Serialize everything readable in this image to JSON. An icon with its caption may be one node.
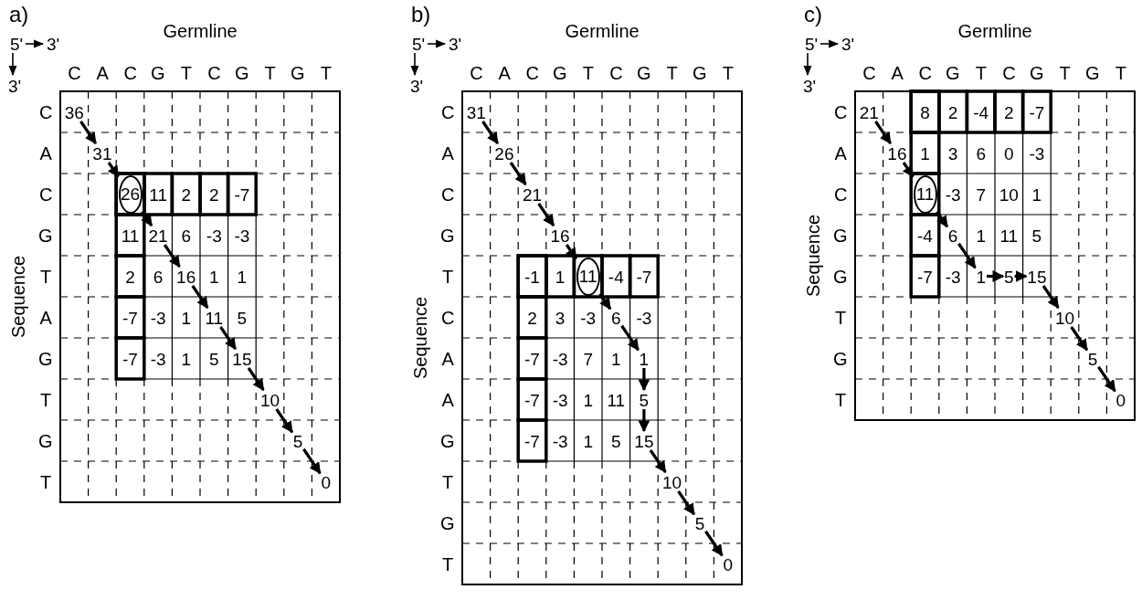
{
  "diagram": {
    "nodes": [
      {
        "text": [
          "36"
        ]
      },
      {
        "text": [
          "31"
        ]
      },
      {
        "text": [
          "26"
        ]
      },
      {
        "text": [
          "11"
        ]
      },
      {
        "text": [
          "2"
        ]
      },
      {
        "text": [
          "2"
        ]
      },
      {
        "text": [
          "-7"
        ]
      },
      {
        "text": [
          "11"
        ]
      },
      {
        "text": [
          "21"
        ]
      },
      {
        "text": [
          "6"
        ]
      },
      {
        "text": [
          "-3"
        ]
      },
      {
        "text": [
          "-3"
        ]
      },
      {
        "text": [
          "2"
        ]
      },
      {
        "text": [
          "6"
        ]
      },
      {
        "text": [
          "16"
        ]
      },
      {
        "text": [
          "1"
        ]
      },
      {
        "text": [
          "1"
        ]
      },
      {
        "text": [
          "-7"
        ]
      },
      {
        "text": [
          "-3"
        ]
      },
      {
        "text": [
          "1"
        ]
      },
      {
        "text": [
          "11"
        ]
      },
      {
        "text": [
          "5"
        ]
      },
      {
        "text": [
          "-7"
        ]
      },
      {
        "text": [
          "-3"
        ]
      },
      {
        "text": [
          "1"
        ]
      },
      {
        "text": [
          "5"
        ]
      },
      {
        "text": [
          "15"
        ]
      },
      {
        "text": [
          "10"
        ]
      },
      {
        "text": [
          "5"
        ]
      },
      {
        "text": [
          "0"
        ]
      },
      {
        "text": [
          "31"
        ]
      },
      {
        "text": [
          "26"
        ]
      },
      {
        "text": [
          "21"
        ]
      },
      {
        "text": [
          "16"
        ]
      },
      {
        "text": [
          "-1"
        ]
      },
      {
        "text": [
          "1"
        ]
      },
      {
        "text": [
          "11"
        ]
      },
      {
        "text": [
          "-4"
        ]
      },
      {
        "text": [
          "-7"
        ]
      },
      {
        "text": [
          "2"
        ]
      },
      {
        "text": [
          "3"
        ]
      },
      {
        "text": [
          "-3"
        ]
      },
      {
        "text": [
          "6"
        ]
      },
      {
        "text": [
          "-3"
        ]
      },
      {
        "text": [
          "-7"
        ]
      },
      {
        "text": [
          "-3"
        ]
      },
      {
        "text": [
          "7"
        ]
      },
      {
        "text": [
          "1"
        ]
      },
      {
        "text": [
          "1"
        ]
      },
      {
        "text": [
          "-7"
        ]
      },
      {
        "text": [
          "-3"
        ]
      },
      {
        "text": [
          "1"
        ]
      },
      {
        "text": [
          "11"
        ]
      },
      {
        "text": [
          "5"
        ]
      },
      {
        "text": [
          "-7"
        ]
      },
      {
        "text": [
          "-3"
        ]
      },
      {
        "text": [
          "1"
        ]
      },
      {
        "text": [
          "5"
        ]
      },
      {
        "text": [
          "15"
        ]
      },
      {
        "text": [
          "10"
        ]
      },
      {
        "text": [
          "5"
        ]
      },
      {
        "text": [
          "0"
        ]
      },
      {
        "text": [
          "21"
        ]
      },
      {
        "text": [
          "8"
        ]
      },
      {
        "text": [
          "2"
        ]
      },
      {
        "text": [
          "-4"
        ]
      },
      {
        "text": [
          "2"
        ]
      },
      {
        "text": [
          "-7"
        ]
      },
      {
        "text": [
          "16"
        ]
      },
      {
        "text": [
          "1"
        ]
      },
      {
        "text": [
          "3"
        ]
      },
      {
        "text": [
          "6"
        ]
      },
      {
        "text": [
          "0"
        ]
      },
      {
        "text": [
          "-3"
        ]
      },
      {
        "text": [
          "11"
        ]
      },
      {
        "text": [
          "-3"
        ]
      },
      {
        "text": [
          "7"
        ]
      },
      {
        "text": [
          "10"
        ]
      },
      {
        "text": [
          "1"
        ]
      },
      {
        "text": [
          "-4"
        ]
      },
      {
        "text": [
          "6"
        ]
      },
      {
        "text": [
          "1"
        ]
      },
      {
        "text": [
          "11"
        ]
      },
      {
        "text": [
          "5"
        ]
      },
      {
        "text": [
          "-7"
        ]
      },
      {
        "text": [
          "-3"
        ]
      },
      {
        "text": [
          "1"
        ]
      },
      {
        "text": [
          "5"
        ]
      },
      {
        "text": [
          "15"
        ]
      },
      {
        "text": [
          "10"
        ]
      },
      {
        "text": [
          "5"
        ]
      },
      {
        "text": [
          "0"
        ]
      }
    ],
    "edges": [
      {
        "from": 0,
        "to": 1,
        "arrow": "to"
      },
      {
        "from": 1,
        "to": 2,
        "arrow": "to"
      },
      {
        "from": 2,
        "to": 8,
        "arrow": "to"
      },
      {
        "from": 8,
        "to": 14,
        "arrow": "to"
      },
      {
        "from": 14,
        "to": 20,
        "arrow": "to"
      },
      {
        "from": 20,
        "to": 26,
        "arrow": "to"
      },
      {
        "from": 26,
        "to": 27,
        "arrow": "to"
      },
      {
        "from": 27,
        "to": 28,
        "arrow": "to"
      },
      {
        "from": 28,
        "to": 29,
        "arrow": "to"
      },
      {
        "from": 30,
        "to": 31,
        "arrow": "to"
      },
      {
        "from": 31,
        "to": 32,
        "arrow": "to"
      },
      {
        "from": 32,
        "to": 33,
        "arrow": "to"
      },
      {
        "from": 33,
        "to": 36,
        "arrow": "to"
      },
      {
        "from": 36,
        "to": 42,
        "arrow": "to"
      },
      {
        "from": 42,
        "to": 48,
        "arrow": "to"
      },
      {
        "from": 48,
        "to": 53,
        "arrow": "to"
      },
      {
        "from": 53,
        "to": 58,
        "arrow": "to"
      },
      {
        "from": 58,
        "to": 59,
        "arrow": "to"
      },
      {
        "from": 59,
        "to": 60,
        "arrow": "to"
      },
      {
        "from": 60,
        "to": 61,
        "arrow": "to"
      },
      {
        "from": 62,
        "to": 68,
        "arrow": "to"
      },
      {
        "from": 68,
        "to": 74,
        "arrow": "to"
      },
      {
        "from": 74,
        "to": 80,
        "arrow": "to"
      },
      {
        "from": 80,
        "to": 86,
        "arrow": "to"
      },
      {
        "from": 86,
        "to": 87,
        "arrow": "to"
      },
      {
        "from": 87,
        "to": 88,
        "arrow": "to"
      },
      {
        "from": 88,
        "to": 89,
        "arrow": "to"
      },
      {
        "from": 89,
        "to": 90,
        "arrow": "to"
      },
      {
        "from": 90,
        "to": 91,
        "arrow": "to"
      }
    ],
    "labels": [
      "a)",
      "Germline",
      "5'",
      "3'",
      "3'",
      "C",
      "A",
      "C",
      "G",
      "T",
      "C",
      "G",
      "T",
      "G",
      "T",
      "Sequence",
      "C",
      "A",
      "C",
      "G",
      "T",
      "A",
      "G",
      "T",
      "G",
      "T",
      "b)",
      "Germline",
      "5'",
      "3'",
      "3'",
      "C",
      "A",
      "C",
      "G",
      "T",
      "C",
      "G",
      "T",
      "G",
      "T",
      "Sequence",
      "C",
      "A",
      "C",
      "G",
      "T",
      "C",
      "A",
      "A",
      "G",
      "T",
      "G",
      "T",
      "c)",
      "Germline",
      "5'",
      "3'",
      "3'",
      "C",
      "A",
      "C",
      "G",
      "T",
      "C",
      "G",
      "T",
      "G",
      "T",
      "Sequence",
      "C",
      "A",
      "C",
      "G",
      "G",
      "T",
      "G",
      "T"
    ]
  }
}
